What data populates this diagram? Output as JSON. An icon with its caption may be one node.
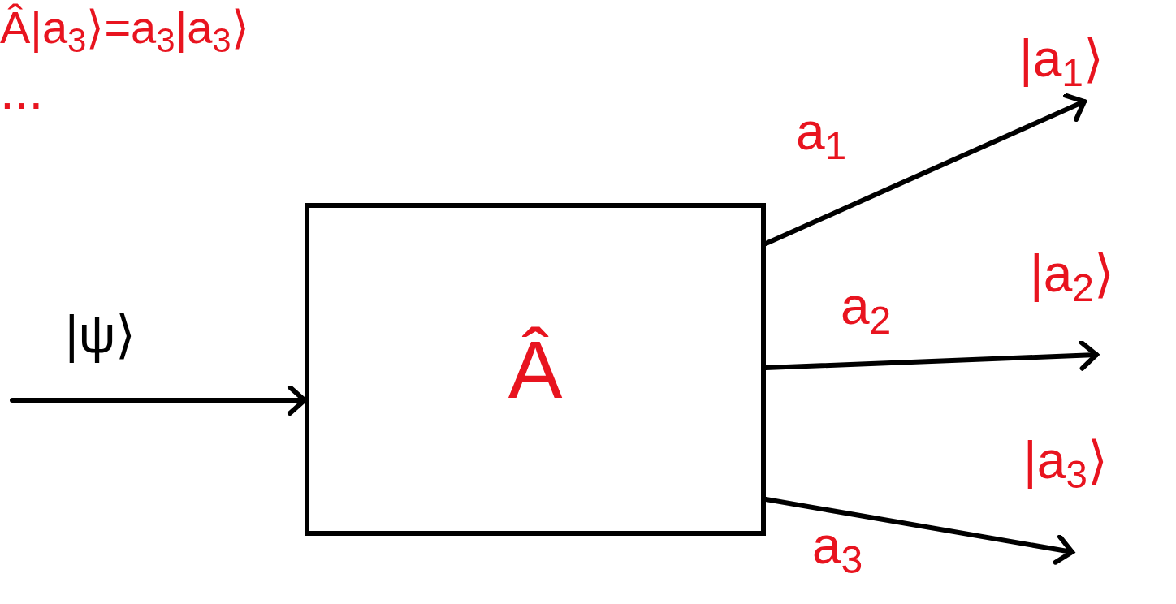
{
  "diagram": {
    "nodes": [
      {
        "text": [
          "Â"
        ]
      },
      {
        "text": [
          "|a$_{1}$⟩"
        ]
      },
      {
        "text": [
          "|a$_{2}$⟩"
        ]
      },
      {
        "text": [
          "|a$_{3}$⟩"
        ]
      }
    ],
    "edges": [
      {
        "from": null,
        "to": 0,
        "arrow": "to",
        "label": "|ψ⟩"
      },
      {
        "from": 0,
        "to": 1,
        "arrow": "to",
        "label": "a$_{1}$"
      },
      {
        "from": 0,
        "to": 2,
        "arrow": "to",
        "label": "a$_{2}$"
      },
      {
        "from": 0,
        "to": 3,
        "arrow": "to",
        "label": "a$_{3}$"
      }
    ],
    "labels": [
      "Â|a$_{3}$⟩=a$_{3}$|a$_{3}$⟩",
      "..."
    ]
  }
}
